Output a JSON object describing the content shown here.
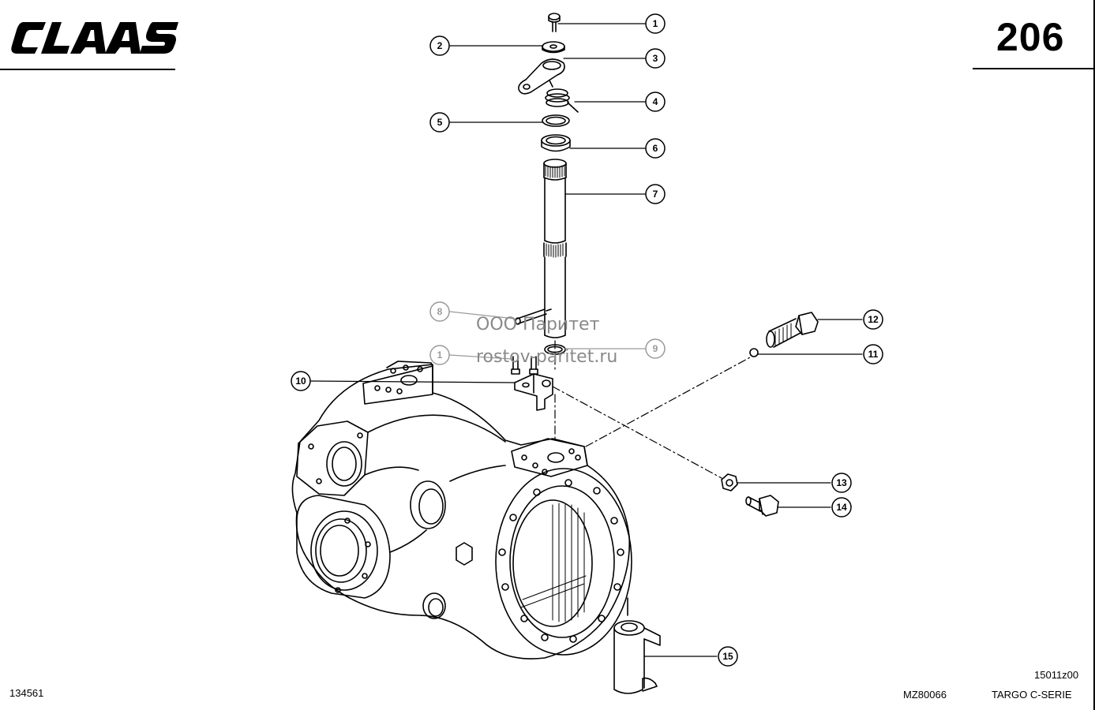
{
  "header": {
    "brand_logo": "CLAAS",
    "page_number": "206"
  },
  "footer": {
    "reference_number": "134561",
    "drawing_code": "MZ80066",
    "serial_code": "15011z00",
    "series_name": "TARGO C-SERIE"
  },
  "watermark": {
    "line1": "ООО Паритет",
    "line2": "rostov-paritet.ru"
  },
  "callouts": [
    {
      "label": "1"
    },
    {
      "label": "2"
    },
    {
      "label": "3"
    },
    {
      "label": "4"
    },
    {
      "label": "5"
    },
    {
      "label": "6"
    },
    {
      "label": "7"
    },
    {
      "label": "8"
    },
    {
      "label": "1"
    },
    {
      "label": "9"
    },
    {
      "label": "10"
    },
    {
      "label": "11"
    },
    {
      "label": "12"
    },
    {
      "label": "13"
    },
    {
      "label": "14"
    },
    {
      "label": "15"
    }
  ],
  "colors": {
    "ink": "#000000",
    "watermark": "#8a8a8a",
    "background": "#ffffff"
  }
}
